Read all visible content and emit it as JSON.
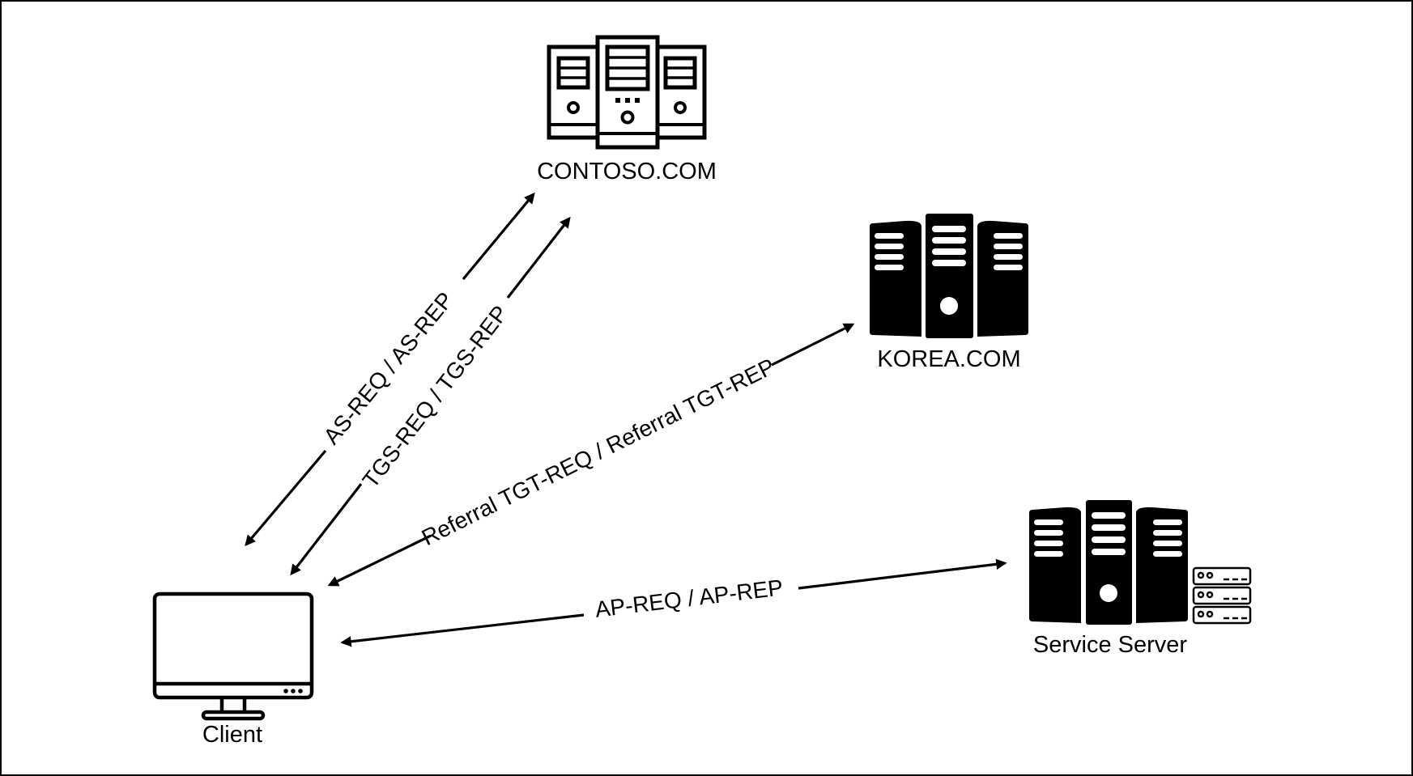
{
  "diagram": {
    "title": "Kerberos cross-realm authentication flow",
    "nodes": [
      {
        "id": "contoso",
        "label": "CONTOSO.COM",
        "icon": "server-cluster-outline-icon"
      },
      {
        "id": "korea",
        "label": "KOREA.COM",
        "icon": "server-cluster-solid-icon"
      },
      {
        "id": "service",
        "label": "Service Server",
        "icon": "server-cluster-with-rack-icon"
      },
      {
        "id": "client",
        "label": "Client",
        "icon": "desktop-monitor-icon"
      }
    ],
    "edges": [
      {
        "from": "client",
        "to": "contoso",
        "label": "AS-REQ / AS-REP",
        "bidirectional": true
      },
      {
        "from": "client",
        "to": "contoso",
        "label": "TGS-REQ / TGS-REP",
        "bidirectional": true
      },
      {
        "from": "client",
        "to": "korea",
        "label": "Referral TGT-REQ / Referral TGT-REP",
        "bidirectional": true
      },
      {
        "from": "client",
        "to": "service",
        "label": "AP-REQ / AP-REP",
        "bidirectional": true
      }
    ],
    "colors": {
      "stroke": "#000000",
      "background": "#ffffff"
    }
  }
}
